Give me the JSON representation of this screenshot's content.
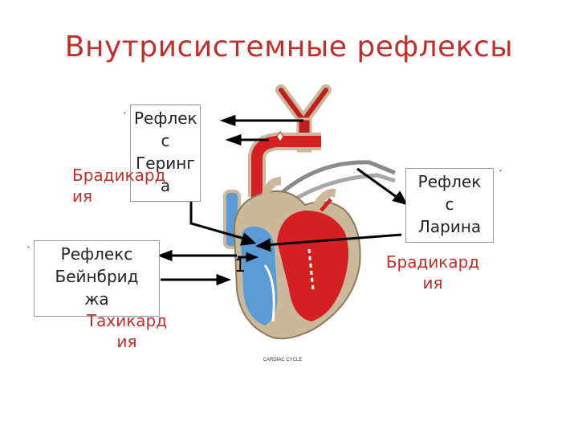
{
  "title": "Внутрисистемные рефлексы",
  "boxes": {
    "hering": "Рефлек\nс\nГеринг\nа",
    "larin": "Рефлек\nс\nЛарина",
    "bainbridge": "Рефлекс\nБейнбрид\nжа"
  },
  "effects": {
    "hering": "Брадикард\nия",
    "larin": "Брадикард\nия",
    "bainbridge": "Тахикард\nия"
  },
  "marks": {
    "hering": "ˊ",
    "larin": "ˊ",
    "bainbridge": "ˋ"
  },
  "heart": {
    "label_number": "1",
    "caption": "CARDIAC CYCLE"
  },
  "colors": {
    "title": "#c0302a",
    "oxygenated": "#d42020",
    "deoxygenated": "#5b9bd5",
    "muscle": "#c9b99a"
  }
}
